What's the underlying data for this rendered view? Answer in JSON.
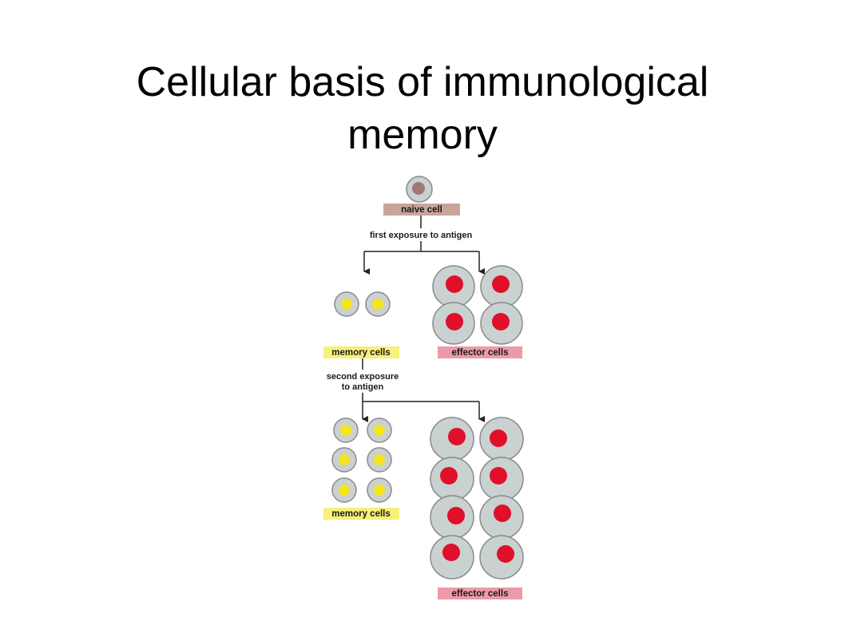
{
  "slide": {
    "title_line1": "Cellular basis of immunological",
    "title_line2": "memory"
  },
  "diagram": {
    "naive_cell_label": "naive cell",
    "first_exposure": "first exposure to antigen",
    "memory_cells_label_1": "memory cells",
    "effector_cells_label_1": "effector cells",
    "second_exposure_line1": "second exposure",
    "second_exposure_line2": "to antigen",
    "memory_cells_label_2": "memory cells",
    "effector_cells_label_2": "effector cells"
  },
  "colors": {
    "cell_body": "#c9d1d1",
    "cell_outline": "#8a8a8a",
    "naive_nucleus": "#a07878",
    "memory_nucleus": "#f5e51c",
    "effector_nucleus": "#e0102a",
    "naive_label_bg": "#c9a49a",
    "memory_label_bg": "#f7f07a",
    "effector_label_bg": "#ec9aaa"
  }
}
